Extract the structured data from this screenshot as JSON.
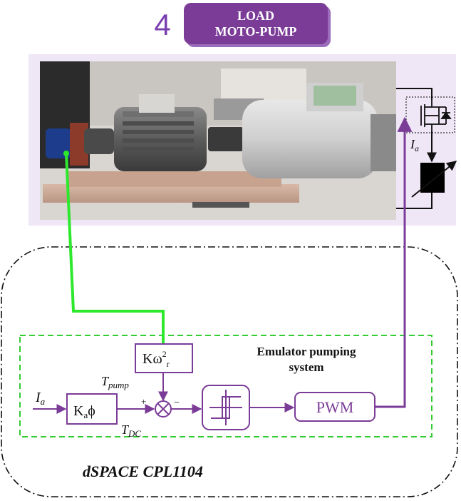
{
  "header": {
    "number": "4",
    "badge_line1": "LOAD",
    "badge_line2": "MOTO-PUMP"
  },
  "labels": {
    "ia_photo": "I",
    "ia_photo_sub": "a",
    "ia_input": "I",
    "ia_input_sub": "a",
    "block_kaphi": "K",
    "block_kaphi_sub": "a",
    "block_kaphi_sym": "ϕ",
    "block_kw": "Kω",
    "block_kw_sup": "2",
    "block_kw_sub": "r",
    "t_pump": "T",
    "t_pump_sub": "pump",
    "t_dc": "T",
    "t_dc_sub": "DC",
    "sum_plus": "+",
    "sum_minus": "−",
    "pwm": "PWM",
    "emulator_line1": "Emulator pumping",
    "emulator_line2": "system",
    "dspace": "dSPACE CPL1104"
  },
  "colors": {
    "purple": "#7b3c98",
    "green_line": "#2ee82e",
    "green_dash": "#33cc33",
    "photo_bg": "#efe6f6"
  }
}
